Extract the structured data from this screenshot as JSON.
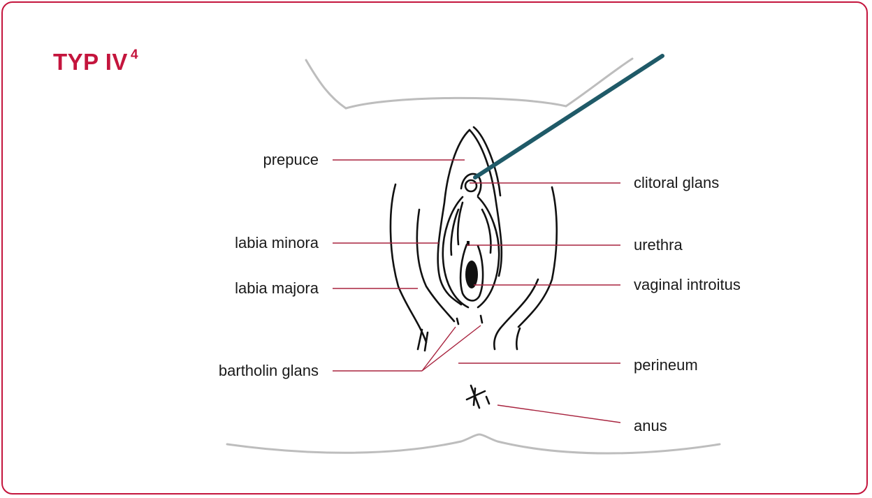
{
  "title": {
    "text": "TYP IV",
    "superscript": "4"
  },
  "labels": {
    "prepuce": "prepuce",
    "labia_minora": "labia minora",
    "labia_majora": "labia majora",
    "bartholin_glans": "bartholin glans",
    "clitoral_glans": "clitoral glans",
    "urethra": "urethra",
    "vaginal_introitus": "vaginal introitus",
    "perineum": "perineum",
    "anus": "anus"
  },
  "colors": {
    "accent": "#c4153d",
    "leader_line": "#a8243f",
    "instrument": "#1f5a68",
    "outline": "#111111",
    "body_contour": "#bdbdbd"
  }
}
